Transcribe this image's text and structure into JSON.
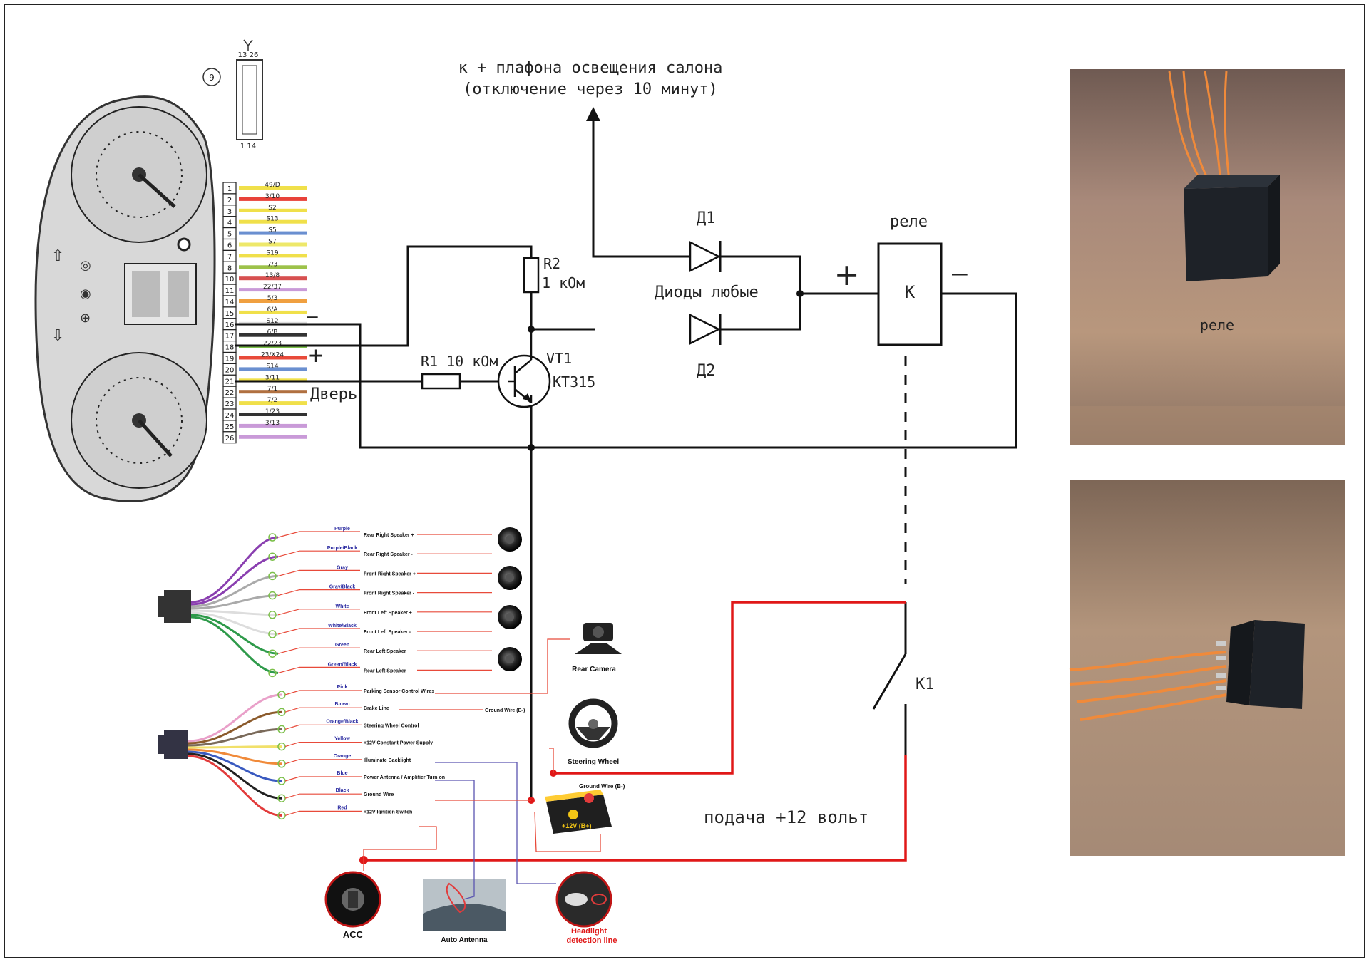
{
  "top_note": {
    "line1": "к + плафона освещения салона",
    "line2": "(отключение через 10 минут)"
  },
  "components": {
    "r2_name": "R2",
    "r2_value": "1 кОм",
    "r1_label": "R1  10 кОм",
    "vt1_name": "VT1",
    "vt1_model": "КТ315",
    "d1": "Д1",
    "d2": "Д2",
    "diodes_note": "Диоды любые",
    "relay_label": "реле",
    "relay_coil": "К",
    "relay_contact": "К1",
    "plus": "+",
    "minus": "—",
    "door": "Дверь",
    "supply": "подача +12 вольт"
  },
  "connector": {
    "number": "9",
    "top_pins": "13  26",
    "bottom_pins": "1  14",
    "pins": [
      {
        "n": "1",
        "code": "49/D",
        "color": "#f0e04a"
      },
      {
        "n": "2",
        "code": "3/10",
        "color": "#e8423a"
      },
      {
        "n": "3",
        "code": "S2",
        "color": "#f0e04a"
      },
      {
        "n": "4",
        "code": "S13",
        "color": "#f0e04a"
      },
      {
        "n": "5",
        "code": "S5",
        "color": "#6a8fd0"
      },
      {
        "n": "6",
        "code": "S7",
        "color": "#eee86a"
      },
      {
        "n": "7",
        "code": "S19",
        "color": "#f0e04a"
      },
      {
        "n": "8",
        "code": "7/3",
        "color": "#9dc24a"
      },
      {
        "n": "10",
        "code": "13/8",
        "color": "#d75050"
      },
      {
        "n": "11",
        "code": "22/37",
        "color": "#c99ad8"
      },
      {
        "n": "14",
        "code": "5/3",
        "color": "#f0a040"
      },
      {
        "n": "15",
        "code": "6/A",
        "color": "#f0e04a"
      },
      {
        "n": "16",
        "code": "S12",
        "color": "#dddddd"
      },
      {
        "n": "17",
        "code": "6/B",
        "color": "#333333"
      },
      {
        "n": "18",
        "code": "22/23",
        "color": "#7cc04a"
      },
      {
        "n": "19",
        "code": "23/X24",
        "color": "#e84a3a"
      },
      {
        "n": "20",
        "code": "S14",
        "color": "#6a8fd0"
      },
      {
        "n": "21",
        "code": "3/11",
        "color": "#f0e04a"
      },
      {
        "n": "22",
        "code": "7/1",
        "color": "#b07040"
      },
      {
        "n": "23",
        "code": "7/2",
        "color": "#f0e04a"
      },
      {
        "n": "24",
        "code": "1/23",
        "color": "#333333"
      },
      {
        "n": "25",
        "code": "3/13",
        "color": "#c99ad8"
      },
      {
        "n": "26",
        "code": "",
        "color": "#c99ad8"
      }
    ]
  },
  "harness1": [
    {
      "color": "Purple",
      "label": "Rear Right Speaker +"
    },
    {
      "color": "Purple/Black",
      "label": "Rear Right Speaker -"
    },
    {
      "color": "Gray",
      "label": "Front Right Speaker +"
    },
    {
      "color": "Gray/Black",
      "label": "Front Right Speaker -"
    },
    {
      "color": "White",
      "label": "Front Left Speaker +"
    },
    {
      "color": "White/Black",
      "label": "Front Left Speaker -"
    },
    {
      "color": "Green",
      "label": "Rear Left Speaker +"
    },
    {
      "color": "Green/Black",
      "label": "Rear Left Speaker -"
    }
  ],
  "harness2": [
    {
      "color": "Pink",
      "label": "Parking Sensor Control Wires"
    },
    {
      "color": "Blown",
      "label": "Brake Line"
    },
    {
      "color": "Orange/Black",
      "label": "Steering Wheel Control"
    },
    {
      "color": "Yellow",
      "label": "+12V Constant Power Supply"
    },
    {
      "color": "Orange",
      "label": "Illuminate Backlight"
    },
    {
      "color": "Blue",
      "label": "Power Antenna / Amplifier Turn on"
    },
    {
      "color": "Black",
      "label": "Ground Wire"
    },
    {
      "color": "Red",
      "label": "+12V Ignition Switch"
    }
  ],
  "devices": {
    "rear_camera": "Rear Camera",
    "steering_wheel": "Steering Wheel",
    "ground_wire_b1": "Ground Wire (B-)",
    "ground_wire_b2": "Ground Wire (B-)",
    "battery": "+12V (B+)",
    "acc": "ACC",
    "auto_antenna": "Auto Antenna",
    "headlight1": "Headlight",
    "headlight2": "detection line"
  },
  "photos": {
    "top_caption": "реле"
  },
  "colors": {
    "wire": "#111111",
    "supply": "#e01818",
    "photo_bg": "#9a7a6a",
    "relay_body": "#1e2228",
    "orange_wire": "#f08a3a"
  }
}
